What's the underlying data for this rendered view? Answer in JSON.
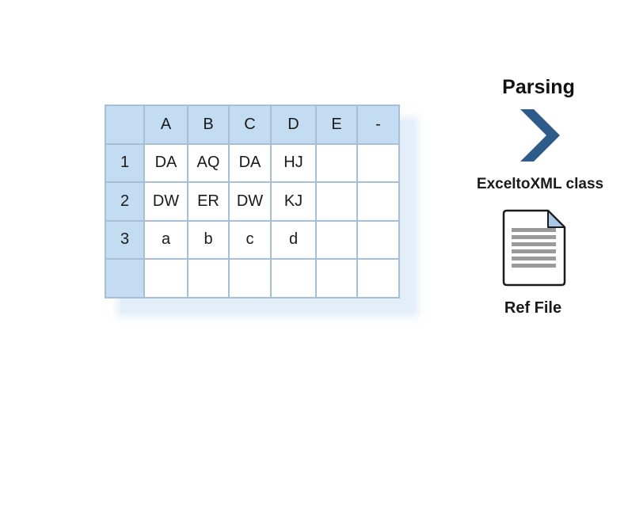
{
  "spreadsheet": {
    "column_headers": [
      "A",
      "B",
      "C",
      "D",
      "E",
      "-"
    ],
    "rows": [
      {
        "label": "1",
        "cells": [
          "DA",
          "AQ",
          "DA",
          "HJ",
          "",
          ""
        ]
      },
      {
        "label": "2",
        "cells": [
          "DW",
          "ER",
          "DW",
          "KJ",
          "",
          ""
        ]
      },
      {
        "label": "3",
        "cells": [
          "a",
          "b",
          "c",
          "d",
          "",
          ""
        ]
      },
      {
        "label": "",
        "cells": [
          "",
          "",
          "",
          "",
          "",
          ""
        ]
      }
    ]
  },
  "parsing": {
    "title": "Parsing",
    "class_label": "ExceltoXML class",
    "file_label": "Ref File"
  },
  "colors": {
    "header_fill": "#c3dcf2",
    "grid_border": "#a6bfd6",
    "shadow": "#e3eef9",
    "chevron": "#2e5c8a",
    "doc_corner": "#a9c8e8",
    "doc_lines": "#9a9a9a"
  },
  "icons": {
    "arrow": "chevron-right-icon",
    "file": "document-icon"
  }
}
